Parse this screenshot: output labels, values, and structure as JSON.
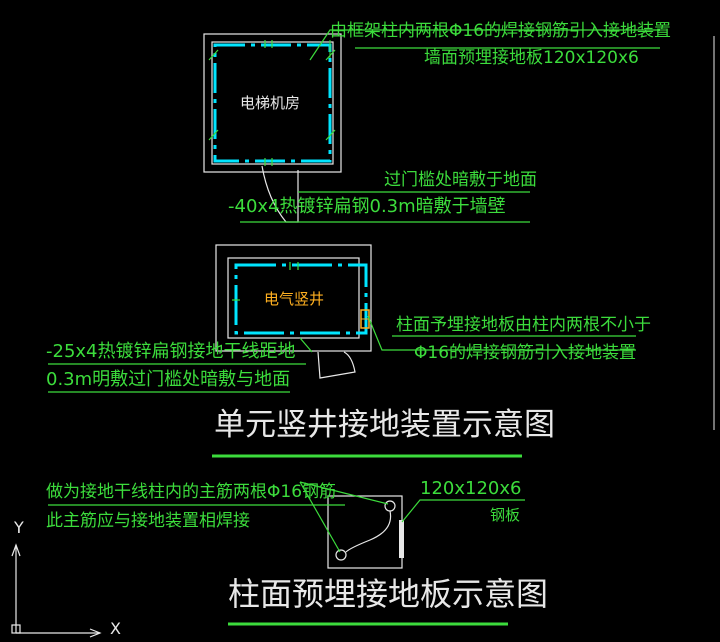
{
  "top": {
    "room_label": "电梯机房",
    "note1": "由框架柱内两根Φ16的焊接钢筋引入接地装置",
    "note2": "墙面预埋接地板120x120x6",
    "note3": "过门槛处暗敷于地面",
    "note4": "-40x4热镀锌扁钢0.3m暗敷于墙壁"
  },
  "middle": {
    "shaft_label": "电气竖井",
    "note1": "柱面予埋接地板由柱内两根不小于",
    "note2": "Φ16的焊接钢筋引入接地装置",
    "note3": "-25x4热镀锌扁钢接地干线距地",
    "note4": "0.3m明敷过门槛处暗敷与地面",
    "title": "单元竖井接地装置示意图"
  },
  "bottom": {
    "note1": "做为接地干线柱内的主筋两根Φ16钢筋",
    "note2": "此主筋应与接地装置相焊接",
    "size": "120x120x6",
    "plate": "钢板",
    "title": "柱面预埋接地板示意图"
  },
  "ucs": {
    "x": "X",
    "y": "Y"
  },
  "colors": {
    "green": "#3cdc3c",
    "cyan": "#00e5ff",
    "white": "#e8e8e8",
    "orange": "#ffb020"
  }
}
